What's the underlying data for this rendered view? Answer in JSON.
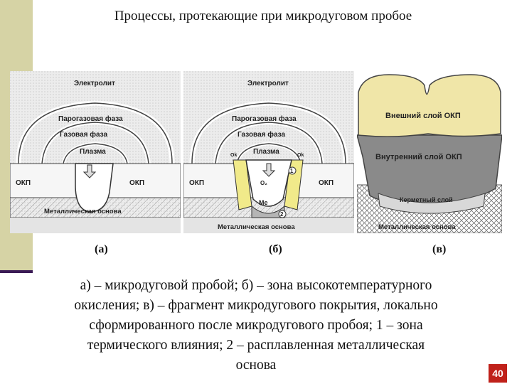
{
  "title": "Процессы, протекающие при микродуговом пробое",
  "panel_a": {
    "electrolyte": "Электролит",
    "vapor_gas": "Парогазовая фаза",
    "gas": "Газовая фаза",
    "plasma": "Плазма",
    "okp_left": "ОКП",
    "okp_right": "ОКП",
    "base": "Металлическая основа"
  },
  "panel_b": {
    "electrolyte": "Электролит",
    "vapor_gas": "Парогазовая фаза",
    "gas": "Газовая фаза",
    "plasma": "Плазма",
    "okp_left": "ОКП",
    "okp_right": "ОКП",
    "base": "Металлическая основа",
    "ok_left": "Ok",
    "ok_right": "Ok",
    "o2": "O₂",
    "me": "Me",
    "zone1": "1",
    "zone2": "2"
  },
  "panel_c": {
    "outer": "Внешний слой ОКП",
    "inner": "Внутренний слой ОКП",
    "cermet": "Керметный слой",
    "base": "Металлическая основа"
  },
  "captions": {
    "a": "(а)",
    "b": "(б)",
    "c": "(в)"
  },
  "description": [
    "а) – микродуговой пробой; б) – зона высокотемпературного",
    "окисления; в) – фрагмент микродугового покрытия, локально",
    "сформированного после микродугового пробоя; 1 – зона",
    "термического влияния; 2 – расплавленная металлическая",
    "основа"
  ],
  "page_number": "40",
  "colors": {
    "left_bar": "#d6d3a5",
    "accent_line": "#3a1a55",
    "page_badge": "#c0211a",
    "yellow_zone": "#f1ea8a",
    "inner_layer": "#8a8a8a"
  }
}
